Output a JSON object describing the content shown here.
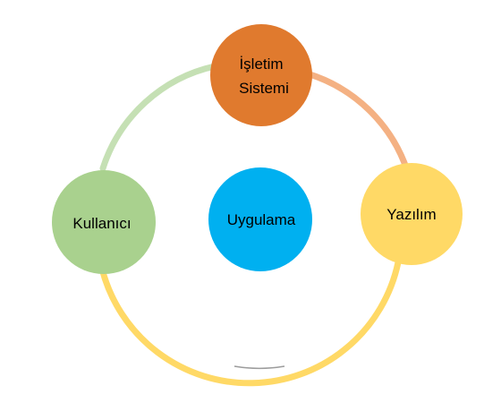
{
  "diagram": {
    "center": {
      "label": "Uygulama",
      "color": "#00b0f0"
    },
    "nodes": {
      "top": {
        "line1": "İşletim",
        "line2": "Sistemi",
        "color": "#e07a2e"
      },
      "right": {
        "label": "Yazılım",
        "color": "#ffd966"
      },
      "left": {
        "label": "Kullanıcı",
        "color": "#a9d18e"
      }
    },
    "ring_colors": {
      "top_to_right": "#f4b183",
      "right_to_left_bottom": "#ffd966",
      "left_to_top": "#c5e0b4"
    }
  }
}
